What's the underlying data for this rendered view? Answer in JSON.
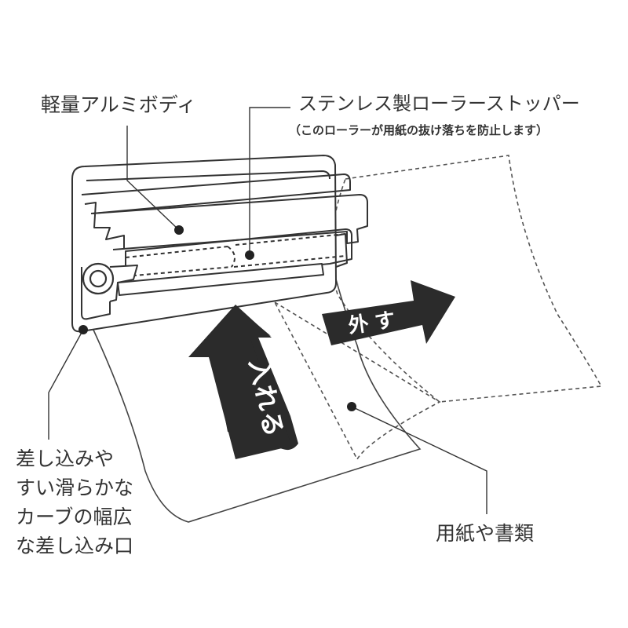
{
  "labels": {
    "body": "軽量アルミボディ",
    "stopper": "ステンレス製ローラーストッパー",
    "stopper_note": "（このローラーが用紙の抜け落ちを防止します）",
    "mouth": [
      "差し込みや",
      "すい滑らかな",
      "カーブの幅広",
      "な差し込み口"
    ],
    "paper": "用紙や書類"
  },
  "arrows": {
    "insert": "入れる",
    "remove": "外す"
  },
  "colors": {
    "line": "#333333",
    "arrow_fill": "#2b2b2b",
    "arrow_text": "#ffffff",
    "background": "#ffffff"
  }
}
